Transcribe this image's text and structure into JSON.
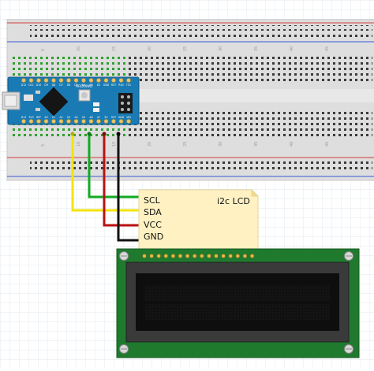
{
  "breadboard": {
    "top_numbers": [
      "5",
      "10",
      "15",
      "20",
      "25",
      "30",
      "35",
      "40",
      "45"
    ],
    "bottom_numbers": [
      "5",
      "10",
      "15",
      "20",
      "25",
      "30",
      "35",
      "40",
      "45"
    ]
  },
  "arduino": {
    "logo_text": "ARDUINO",
    "top_pin_labels": [
      "D12",
      "D11",
      "D10",
      "D9",
      "D8",
      "D7",
      "D6",
      "D5",
      "D4",
      "D3",
      "D2",
      "GND",
      "RST",
      "RX0",
      "TX1"
    ],
    "bottom_pin_labels": [
      "D13",
      "3V3",
      "REF",
      "A0",
      "A1",
      "A2",
      "A3",
      "A4",
      "A5",
      "A6",
      "A7",
      "5V",
      "RST",
      "GND",
      "VIN"
    ]
  },
  "note": {
    "title": "i2c LCD",
    "pins": [
      "SCL",
      "SDA",
      "VCC",
      "GND"
    ]
  },
  "colors": {
    "wire_scl": "#11aa22",
    "wire_sda": "#f2e40c",
    "wire_vcc": "#bb1111",
    "wire_gnd": "#111111",
    "nano_board": "#1a7bb4",
    "lcd_pcb": "#1f7a2e",
    "note_bg": "#fff1c2"
  }
}
